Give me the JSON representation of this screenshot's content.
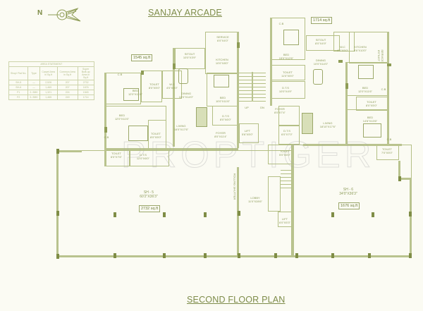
{
  "header": {
    "project_title": "SANJAY ARCADE",
    "north_label": "N"
  },
  "footer": {
    "plan_title": "SECOND FLOOR PLAN"
  },
  "watermark": "PROPTIGER",
  "area_table": {
    "title": "AREA STATEMENT",
    "columns": [
      "Shop/ Flat No.",
      "Type",
      "Carpet Area in Sq.ft",
      "Common Area in Sq.ft",
      "Super Built-up Area in Sq.ft"
    ],
    "rows": [
      [
        "SH-5",
        "—",
        "2,526",
        "207",
        "2732"
      ],
      [
        "SH-6",
        "—",
        "1,469",
        "207",
        "1676"
      ],
      [
        "F1",
        "2- BHK",
        "1,321",
        "224",
        "1545"
      ],
      [
        "F2",
        "3- BHK",
        "1,465",
        "249",
        "1714"
      ]
    ]
  },
  "units": {
    "flat_left": {
      "area_badge": "1545 sq.ft",
      "rooms": [
        {
          "name": "SERVICE",
          "dim": "6'0\"X4'0\""
        },
        {
          "name": "KITCHEN",
          "dim": "10'0\"X8'0\""
        },
        {
          "name": "SITOUT",
          "dim": "10'0\"X3'9\""
        },
        {
          "name": "C.B",
          "dim": ""
        },
        {
          "name": "BED",
          "dim": "12'0\"X11'6\""
        },
        {
          "name": "TOILET",
          "dim": "8'0\"X5'0\""
        },
        {
          "name": "W.C",
          "dim": "4'0\"X5'0\""
        },
        {
          "name": "DINING",
          "dim": "10'0\"X14'0\""
        },
        {
          "name": "BED",
          "dim": "10'0\"X11'6\""
        },
        {
          "name": "BED",
          "dim": "12'0\"X11'6\""
        },
        {
          "name": "TOILET",
          "dim": "8'0\"X5'0\""
        },
        {
          "name": "LIVING",
          "dim": "16'0\"X17'6\""
        },
        {
          "name": "D.T.S",
          "dim": "8'0\"X6'0\""
        },
        {
          "name": "FOYER",
          "dim": "8'0\"X11'4\""
        },
        {
          "name": "C.B",
          "dim": ""
        },
        {
          "name": "TOILET",
          "dim": "6'0\"X7'6\""
        },
        {
          "name": "D.T.S",
          "dim": "12'0\"X6'0\""
        }
      ]
    },
    "flat_right": {
      "area_badge": "1714 sq.ft",
      "rooms": [
        {
          "name": "C.B",
          "dim": ""
        },
        {
          "name": "BED",
          "dim": "15'0\"X12'6\""
        },
        {
          "name": "SITOUT",
          "dim": "8'0\"X4'9\""
        },
        {
          "name": "W.C",
          "dim": "4'0\"X5'0\""
        },
        {
          "name": "KITCHEN",
          "dim": "8'6\"X10'0\""
        },
        {
          "name": "SERVICE",
          "dim": "8'0\"X4'0\""
        },
        {
          "name": "DINING",
          "dim": "10'0\"X14'0\""
        },
        {
          "name": "TOILET",
          "dim": "11'0\"X5'0\""
        },
        {
          "name": "D.T.S",
          "dim": "10'0\"X4'9\""
        },
        {
          "name": "BED",
          "dim": "12'0\"X11'6\""
        },
        {
          "name": "C.B",
          "dim": ""
        },
        {
          "name": "TOILET",
          "dim": "8'0\"X5'0\""
        },
        {
          "name": "BED",
          "dim": "14'6\"X13'6\""
        },
        {
          "name": "LIVING",
          "dim": "18'10\"X17'6\""
        },
        {
          "name": "FOYER",
          "dim": "8'0\"X7'4\""
        },
        {
          "name": "D.T.S",
          "dim": "6'0\"X7'0\""
        },
        {
          "name": "C.B",
          "dim": ""
        },
        {
          "name": "TOILET",
          "dim": "7'0\"X5'0\""
        }
      ]
    },
    "core": {
      "lift_upper": {
        "name": "LIFT",
        "dim": "5'6\"X5'0\""
      },
      "stair_up": "UP",
      "stair_dn": "DN",
      "toilet": {
        "name": "TOILET",
        "dim": "5'0\"X6'0\""
      },
      "lobby": {
        "name": "LOBBY",
        "dim": "11'0\"X28'6\""
      },
      "lift_lower": {
        "name": "LIFT",
        "dim": "6'0\"X5'3\""
      },
      "shutter_note": "ROLLING SHUTTER"
    },
    "shop_5": {
      "name": "SH - 5",
      "dim": "60'2\"X36'3\"",
      "area_badge": "2732 sq.ft"
    },
    "shop_6": {
      "name": "SH - 6",
      "dim": "34'0\"X36'3\"",
      "area_badge": "1676 sq.ft"
    }
  },
  "colors": {
    "background": "#fbfbf3",
    "wall_dark": "#8e9c55",
    "wall_light": "#b9c38e",
    "text": "#7e8c4a"
  }
}
